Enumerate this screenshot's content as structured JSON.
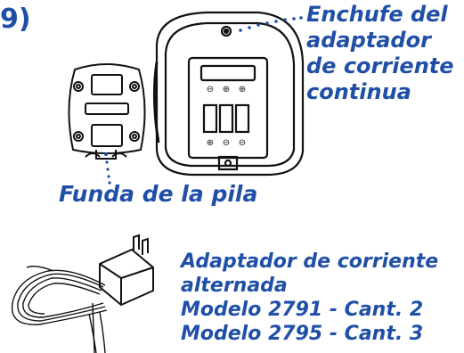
{
  "step_marker": "9)",
  "callouts": {
    "dc_plug_lines": [
      "Enchufe del",
      "adaptador",
      "de corriente",
      "continua"
    ],
    "battery_case": "Funda de la pila",
    "ac_adapter_lines": [
      "Adaptador de corriente",
      "alternada",
      "Modelo 2791 - Cant. 2",
      "Modelo 2795 - Cant. 3"
    ]
  },
  "colors": {
    "label": "#1f4fa6",
    "line_art": "#111111"
  },
  "illustrations": [
    "battery-case-cover",
    "charging-base",
    "ac-adapter-with-cord"
  ]
}
